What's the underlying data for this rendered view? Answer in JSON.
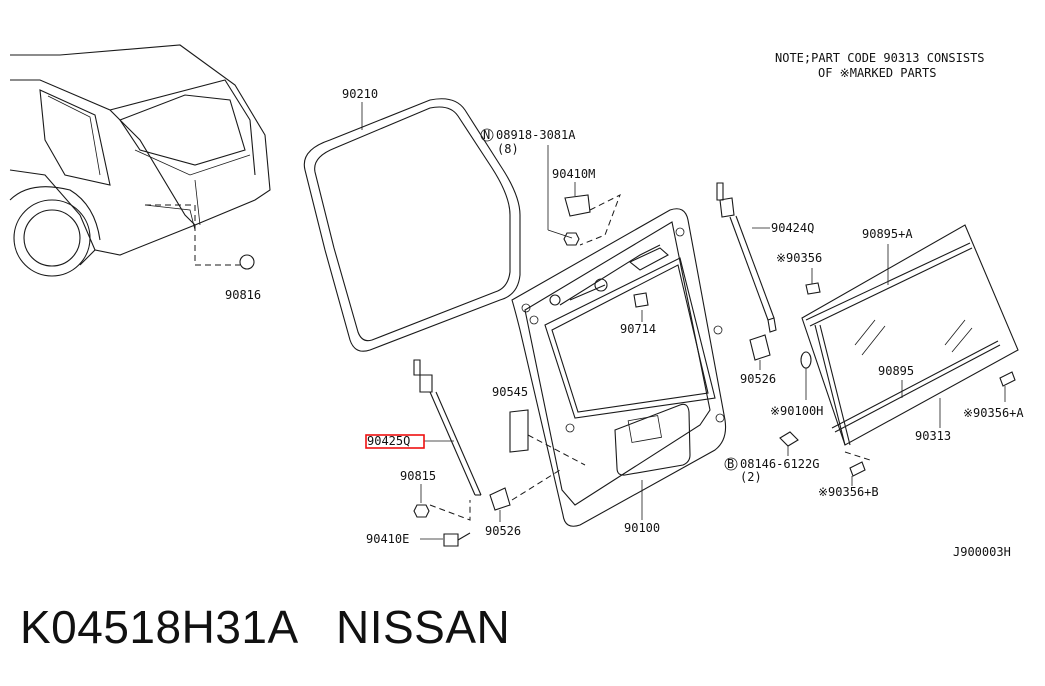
{
  "note": {
    "line1": "NOTE;PART CODE 90313 CONSISTS",
    "line2": "OF ※MARKED PARTS"
  },
  "labels": {
    "p90210": "90210",
    "p08918": "08918-3081A",
    "p08918_qty": "(8)",
    "p90410M": "90410M",
    "p90424Q": "90424Q",
    "p90895A": "90895+A",
    "p90356": "※90356",
    "p90816": "90816",
    "p90714": "90714",
    "p90526_right": "90526",
    "p90895": "90895",
    "p90545": "90545",
    "p90425Q": "90425Q",
    "p90100H": "※90100H",
    "p90356A": "※90356+A",
    "p90313": "90313",
    "p08146": "08146-6122G",
    "p08146_qty": "(2)",
    "p90815": "90815",
    "p90356B": "※90356+B",
    "p90100": "90100",
    "p90410E": "90410E",
    "p90526_bottom": "90526",
    "diagram_code": "J900003H"
  },
  "symbols": {
    "nut_prefix": "N",
    "bolt_prefix": "B"
  },
  "highlight_part": "90425Q",
  "highlight_color": "#ee1111",
  "footer": {
    "part_number": "K04518H31A",
    "brand": "NISSAN"
  }
}
